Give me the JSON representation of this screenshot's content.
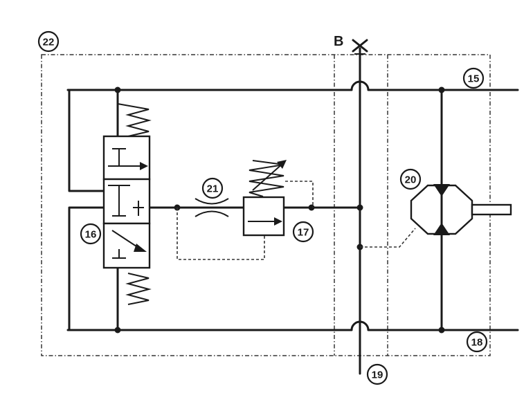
{
  "diagram": {
    "callouts": {
      "c22": "22",
      "c15": "15",
      "c20": "20",
      "c21": "21",
      "c16": "16",
      "c17": "17",
      "c18": "18",
      "c19": "19"
    },
    "port_label": "B"
  }
}
